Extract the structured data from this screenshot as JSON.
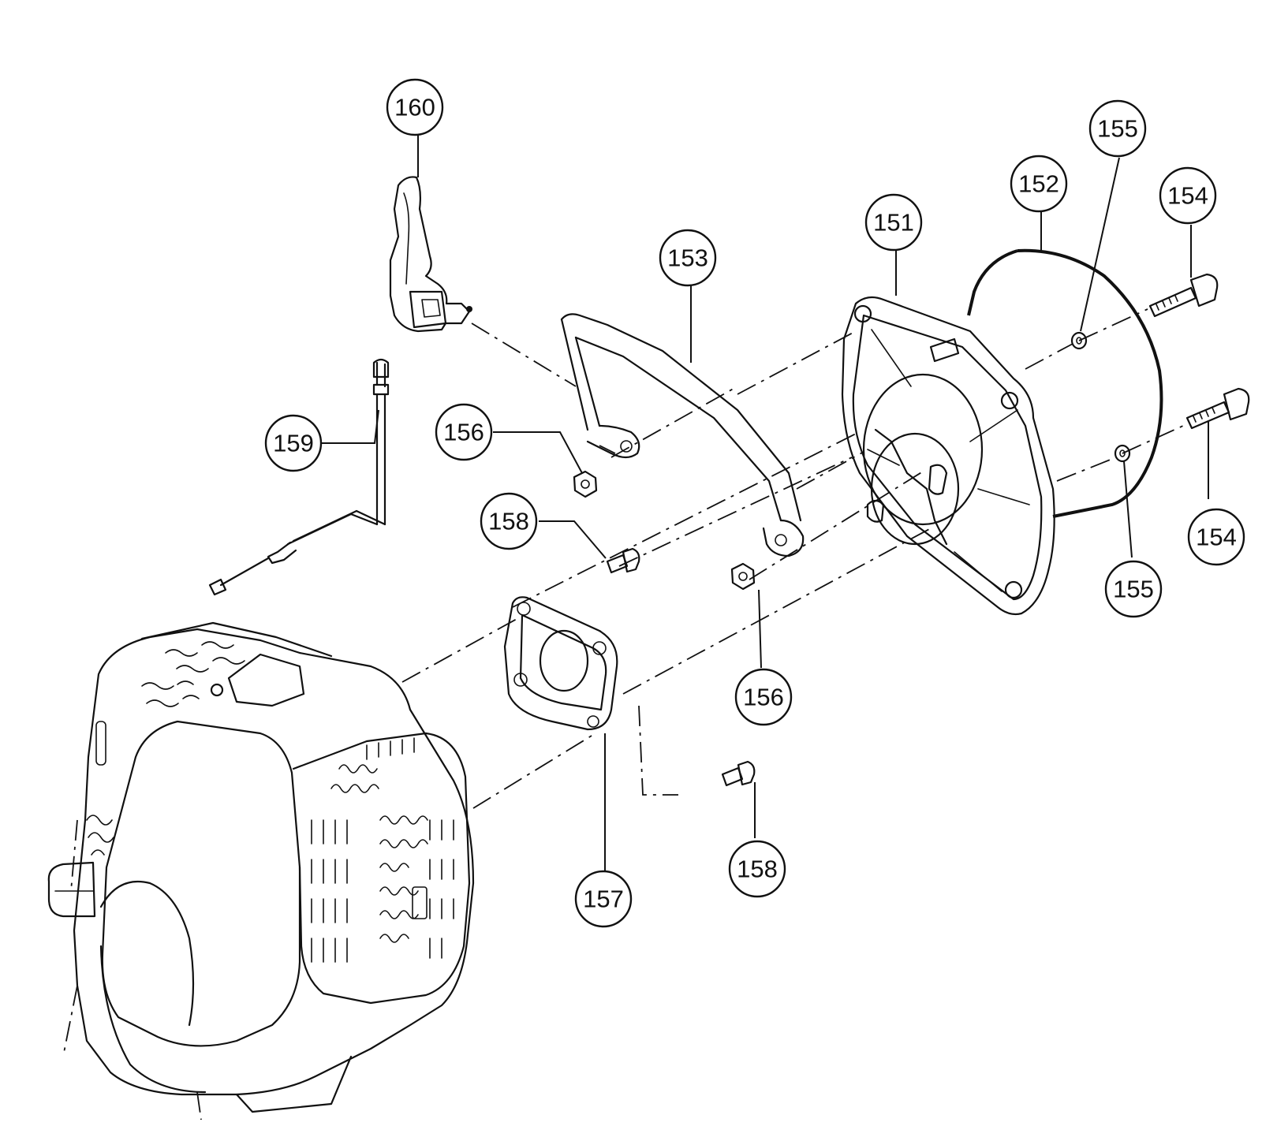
{
  "parts": [
    {
      "id": "p160",
      "label": "160",
      "name": "throttle lever"
    },
    {
      "id": "p159",
      "label": "159",
      "name": "throttle cable"
    },
    {
      "id": "p153",
      "label": "153",
      "name": "loop handle"
    },
    {
      "id": "p156a",
      "label": "156",
      "name": "nut upper"
    },
    {
      "id": "p158a",
      "label": "158",
      "name": "screw upper"
    },
    {
      "id": "p151",
      "label": "151",
      "name": "clutch housing"
    },
    {
      "id": "p152",
      "label": "152",
      "name": "gasket ring"
    },
    {
      "id": "p155a",
      "label": "155",
      "name": "washer upper"
    },
    {
      "id": "p154a",
      "label": "154",
      "name": "bolt upper"
    },
    {
      "id": "p154b",
      "label": "154",
      "name": "bolt lower"
    },
    {
      "id": "p155b",
      "label": "155",
      "name": "washer lower"
    },
    {
      "id": "p156b",
      "label": "156",
      "name": "nut lower"
    },
    {
      "id": "p158b",
      "label": "158",
      "name": "screw lower"
    },
    {
      "id": "p157",
      "label": "157",
      "name": "engine mount plate"
    }
  ]
}
